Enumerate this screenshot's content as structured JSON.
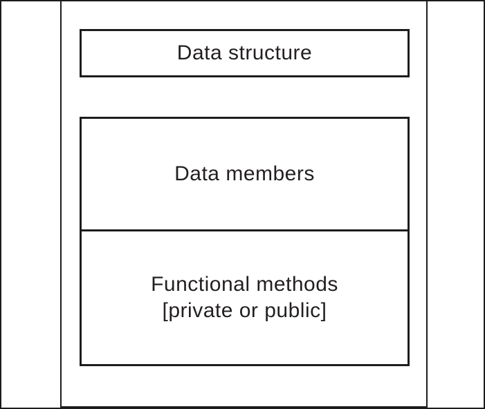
{
  "diagram": {
    "top_box": {
      "label": "Data structure"
    },
    "members_section": {
      "label": "Data members"
    },
    "methods_section": {
      "line1": "Functional methods",
      "line2": "[private or public]"
    }
  },
  "colors": {
    "line": "#1c1c1c",
    "text": "#231f20",
    "background": "#ffffff"
  }
}
